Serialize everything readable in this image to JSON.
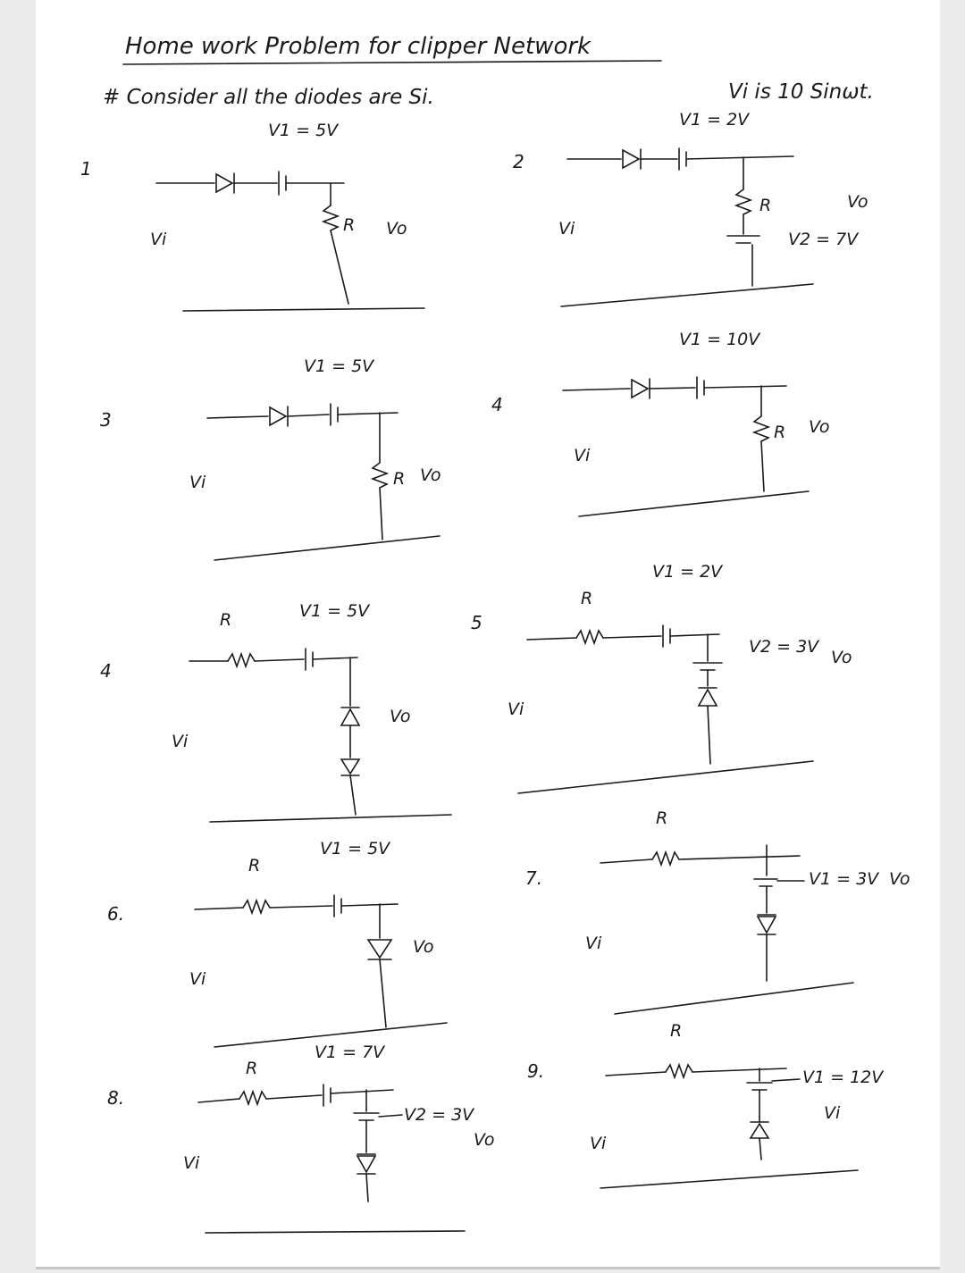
{
  "document": {
    "title": "Home work Problem for clipper Network",
    "note_left": "# Consider all the diodes are Si.",
    "note_right": "Vi is 10 Sinωt.",
    "colors": {
      "ink": "#1a1a1a",
      "paper": "#ffffff",
      "margin": "#ececec"
    }
  },
  "circuits": [
    {
      "number": "1",
      "input": "Vi",
      "battery": "V1 = 5V",
      "resistor": "R",
      "output": "Vo"
    },
    {
      "number": "2",
      "input": "Vi",
      "battery": "V1 = 2V",
      "resistor": "R",
      "battery2": "V2 = 7V",
      "output": "Vo"
    },
    {
      "number": "3",
      "input": "Vi",
      "battery": "V1 = 5V",
      "resistor": "R",
      "output": "Vo"
    },
    {
      "number": "4",
      "input": "Vi",
      "battery": "V1 = 10V",
      "resistor": "R",
      "output": "Vo"
    },
    {
      "number": "4",
      "input": "Vi",
      "battery": "V1 = 5V",
      "resistor": "R",
      "output": "Vo"
    },
    {
      "number": "5",
      "input": "Vi",
      "battery": "V1 = 2V",
      "resistor": "R",
      "battery2": "V2 = 3V",
      "output": "Vo"
    },
    {
      "number": "6.",
      "input": "Vi",
      "battery": "V1 = 5V",
      "resistor": "R",
      "output": "Vo"
    },
    {
      "number": "7.",
      "input": "Vi",
      "battery": "V1 = 3V",
      "resistor": "R",
      "output": "Vo"
    },
    {
      "number": "8.",
      "input": "Vi",
      "battery": "V1 = 7V",
      "resistor": "R",
      "battery2": "V2 = 3V",
      "output": "Vo"
    },
    {
      "number": "9.",
      "input": "Vi",
      "battery": "V1 = 12V",
      "resistor": "R",
      "output": "Vi"
    }
  ]
}
